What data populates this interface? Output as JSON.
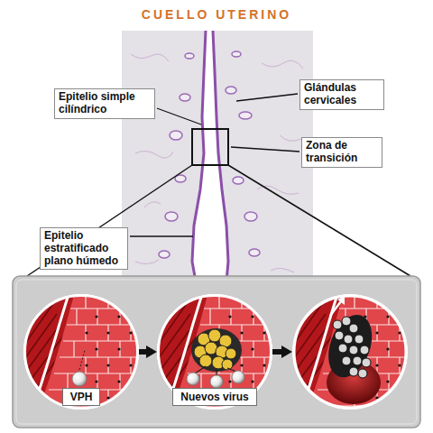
{
  "diagram": {
    "title": "CUELLO UTERINO",
    "nodes": [
      {
        "text": [
          "Epitelio simple cilíndrico"
        ]
      },
      {
        "text": [
          "Glándulas cervicales"
        ]
      },
      {
        "text": [
          "Zona de transición"
        ]
      },
      {
        "text": [
          "Epitelio estratificado plano húmedo"
        ]
      },
      {
        "text": [
          "VPH"
        ]
      },
      {
        "text": [
          "Nuevos virus"
        ]
      }
    ],
    "edges": [
      {
        "from": 4,
        "to": 5,
        "arrow": "to"
      }
    ]
  }
}
